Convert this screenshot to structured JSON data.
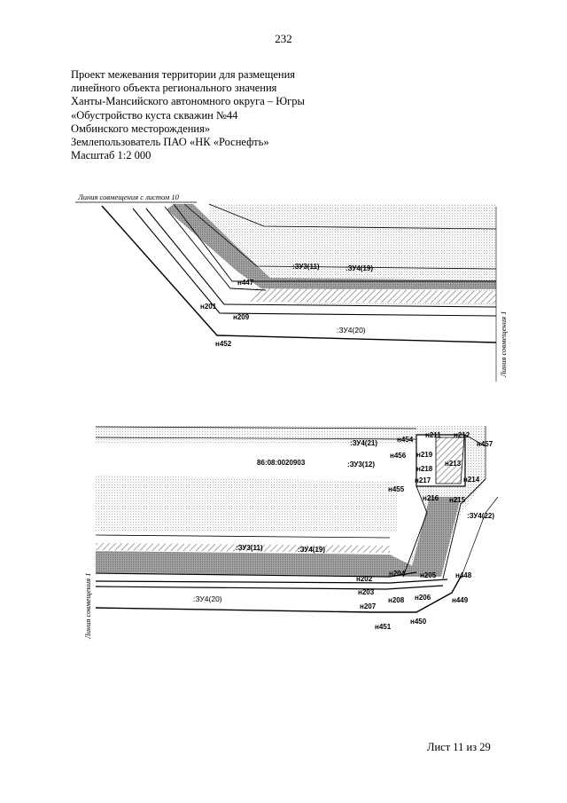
{
  "page": {
    "number": "232",
    "sheet": "Лист 11 из 29"
  },
  "header": {
    "lines": [
      "Проект межевания территории для размещения",
      "линейного объекта регионального значения",
      "Ханты-Мансийского автономного округа – Югры",
      "«Обустройство куста скважин №44",
      "Омбинского месторождения»",
      "Землепользователь ПАО «НК «Роснефть»",
      "Масштаб 1:2 000"
    ]
  },
  "map_top": {
    "match_line_left": "Линия совмещения с листом 10",
    "match_line_right": "Линия совмещения 1",
    "labels": {
      "zu3_11": ":ЗУ3(11)",
      "zu4_19": ":ЗУ4(19)",
      "zu4_20": ":ЗУ4(20)",
      "n447": "н447",
      "n201": "н201",
      "n209": "н209",
      "n452": "н452"
    }
  },
  "map_bottom": {
    "match_line_left": "Линия совмещения 1",
    "cadastral": "86:08:0020903",
    "labels": {
      "zu4_21": ":ЗУ4(21)",
      "zu3_12": ":ЗУ3(12)",
      "zu3_11": ":ЗУ3(11)",
      "zu4_19": ":ЗУ4(19)",
      "zu4_20": ":ЗУ4(20)",
      "zu4_22": ":ЗУ4(22)",
      "n454": "н454",
      "n211": "н211",
      "n212": "н212",
      "n457": "н457",
      "n456": "н456",
      "n219": "н219",
      "n213": "н213",
      "n218": "н218",
      "n217": "н217",
      "n214": "н214",
      "n455": "н455",
      "n216": "н216",
      "n215": "н215",
      "n204": "н204",
      "n205": "н205",
      "n202": "н202",
      "n448": "н448",
      "n203": "н203",
      "n208": "н208",
      "n206": "н206",
      "n207": "н207",
      "n449": "н449",
      "n451": "н451",
      "n450": "н450"
    }
  },
  "colors": {
    "ink": "#000000",
    "band": "#8c8c8c",
    "hatch": "#bdbdbd",
    "paper": "#ffffff"
  }
}
